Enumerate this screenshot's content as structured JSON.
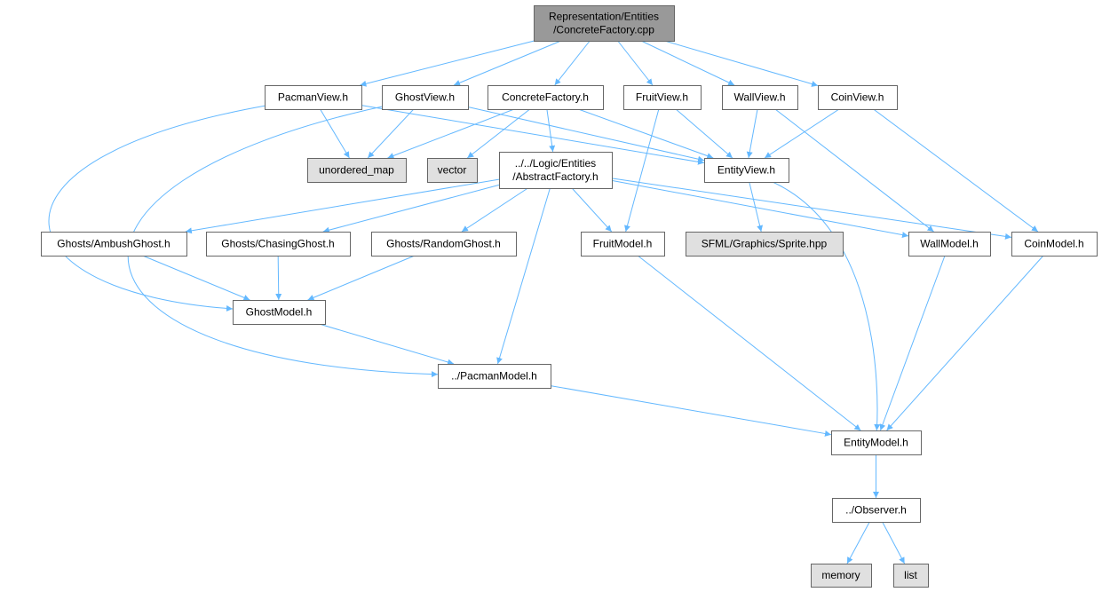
{
  "colors": {
    "root_fill": "#999999",
    "node_fill": "#ffffff",
    "external_fill": "#e0e0e0",
    "border": "#666666",
    "edge": "#63b8ff"
  },
  "nodes": [
    {
      "id": "root",
      "label": [
        "Representation/Entities",
        "/ConcreteFactory.cpp"
      ],
      "kind": "root"
    },
    {
      "id": "pacmanview",
      "label": [
        "PacmanView.h"
      ],
      "kind": "file"
    },
    {
      "id": "ghostview",
      "label": [
        "GhostView.h"
      ],
      "kind": "file"
    },
    {
      "id": "concretefactory_h",
      "label": [
        "ConcreteFactory.h"
      ],
      "kind": "file"
    },
    {
      "id": "fruitview",
      "label": [
        "FruitView.h"
      ],
      "kind": "file"
    },
    {
      "id": "wallview",
      "label": [
        "WallView.h"
      ],
      "kind": "file"
    },
    {
      "id": "coinview",
      "label": [
        "CoinView.h"
      ],
      "kind": "file"
    },
    {
      "id": "unordered_map",
      "label": [
        "unordered_map"
      ],
      "kind": "external"
    },
    {
      "id": "vector",
      "label": [
        "vector"
      ],
      "kind": "external"
    },
    {
      "id": "abstractfactory",
      "label": [
        "../../Logic/Entities",
        "/AbstractFactory.h"
      ],
      "kind": "file"
    },
    {
      "id": "entityview",
      "label": [
        "EntityView.h"
      ],
      "kind": "file"
    },
    {
      "id": "ambushghost",
      "label": [
        "Ghosts/AmbushGhost.h"
      ],
      "kind": "file"
    },
    {
      "id": "chasingghost",
      "label": [
        "Ghosts/ChasingGhost.h"
      ],
      "kind": "file"
    },
    {
      "id": "randomghost",
      "label": [
        "Ghosts/RandomGhost.h"
      ],
      "kind": "file"
    },
    {
      "id": "fruitmodel",
      "label": [
        "FruitModel.h"
      ],
      "kind": "file"
    },
    {
      "id": "sprite",
      "label": [
        "SFML/Graphics/Sprite.hpp"
      ],
      "kind": "external"
    },
    {
      "id": "wallmodel",
      "label": [
        "WallModel.h"
      ],
      "kind": "file"
    },
    {
      "id": "coinmodel",
      "label": [
        "CoinModel.h"
      ],
      "kind": "file"
    },
    {
      "id": "ghostmodel",
      "label": [
        "GhostModel.h"
      ],
      "kind": "file"
    },
    {
      "id": "pacmanmodel",
      "label": [
        "../PacmanModel.h"
      ],
      "kind": "file"
    },
    {
      "id": "entitymodel",
      "label": [
        "EntityModel.h"
      ],
      "kind": "file"
    },
    {
      "id": "observer",
      "label": [
        "../Observer.h"
      ],
      "kind": "file"
    },
    {
      "id": "memory",
      "label": [
        "memory"
      ],
      "kind": "external"
    },
    {
      "id": "list",
      "label": [
        "list"
      ],
      "kind": "external"
    }
  ],
  "edges": [
    [
      "root",
      "pacmanview"
    ],
    [
      "root",
      "ghostview"
    ],
    [
      "root",
      "concretefactory_h"
    ],
    [
      "root",
      "fruitview"
    ],
    [
      "root",
      "wallview"
    ],
    [
      "root",
      "coinview"
    ],
    [
      "pacmanview",
      "unordered_map"
    ],
    [
      "pacmanview",
      "entityview"
    ],
    [
      "pacmanview",
      "ghostmodel"
    ],
    [
      "ghostview",
      "unordered_map"
    ],
    [
      "ghostview",
      "entityview"
    ],
    [
      "ghostview",
      "pacmanmodel"
    ],
    [
      "concretefactory_h",
      "unordered_map"
    ],
    [
      "concretefactory_h",
      "vector"
    ],
    [
      "concretefactory_h",
      "abstractfactory"
    ],
    [
      "concretefactory_h",
      "entityview"
    ],
    [
      "fruitview",
      "entityview"
    ],
    [
      "fruitview",
      "fruitmodel"
    ],
    [
      "wallview",
      "entityview"
    ],
    [
      "wallview",
      "wallmodel"
    ],
    [
      "coinview",
      "entityview"
    ],
    [
      "coinview",
      "coinmodel"
    ],
    [
      "abstractfactory",
      "ambushghost"
    ],
    [
      "abstractfactory",
      "chasingghost"
    ],
    [
      "abstractfactory",
      "randomghost"
    ],
    [
      "abstractfactory",
      "fruitmodel"
    ],
    [
      "abstractfactory",
      "wallmodel"
    ],
    [
      "abstractfactory",
      "coinmodel"
    ],
    [
      "abstractfactory",
      "pacmanmodel"
    ],
    [
      "entityview",
      "sprite"
    ],
    [
      "entityview",
      "entitymodel"
    ],
    [
      "ambushghost",
      "ghostmodel"
    ],
    [
      "chasingghost",
      "ghostmodel"
    ],
    [
      "randomghost",
      "ghostmodel"
    ],
    [
      "ghostmodel",
      "pacmanmodel"
    ],
    [
      "pacmanmodel",
      "entitymodel"
    ],
    [
      "fruitmodel",
      "entitymodel"
    ],
    [
      "wallmodel",
      "entitymodel"
    ],
    [
      "coinmodel",
      "entitymodel"
    ],
    [
      "entitymodel",
      "observer"
    ],
    [
      "observer",
      "memory"
    ],
    [
      "observer",
      "list"
    ]
  ]
}
